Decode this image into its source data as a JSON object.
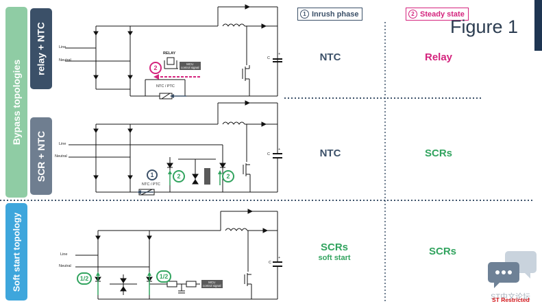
{
  "side_labels": {
    "bypass": "Bypass topologies",
    "relay_ntc": "relay + NTC",
    "scr_ntc": "SCR + NTC",
    "soft_start": "Soft start topology"
  },
  "headers": {
    "inrush": {
      "num": "1",
      "label": "Inrush phase"
    },
    "steady": {
      "num": "2",
      "label": "Steady state"
    }
  },
  "figure_title": "Figure 1",
  "rows": [
    {
      "inrush": "NTC",
      "steady": "Relay"
    },
    {
      "inrush": "NTC",
      "steady": "SCRs"
    },
    {
      "inrush": "SCRs",
      "inrush_sub": "soft start",
      "steady": "SCRs"
    }
  ],
  "circuit_labels": {
    "line": "Line",
    "neutral": "Neutral",
    "relay": "RELAY",
    "ntc_ptc": "NTC / PTC",
    "mcu_line1": "MCU",
    "mcu_line2": "control signal",
    "cap": "C",
    "plus": "+",
    "one": "1",
    "two": "2",
    "half": "1/2"
  },
  "watermark": "ST中文论坛",
  "restricted": "ST Restricted",
  "colors": {
    "navy": "#3b5068",
    "pink": "#d4237d",
    "green": "#31a35e",
    "bypass_green": "#8fcca4",
    "soft_blue": "#3ea6dc"
  }
}
